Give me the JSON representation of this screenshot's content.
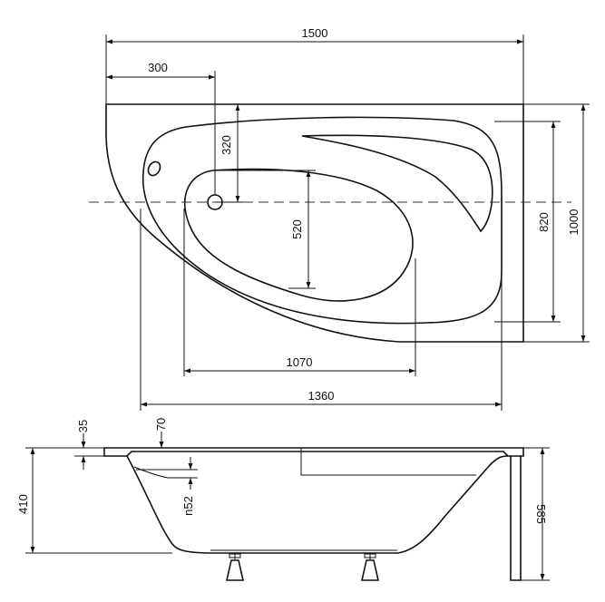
{
  "dimensions": {
    "overall_length": "1500",
    "drain_offset_x": "300",
    "drain_offset_y": "320",
    "inner_depth": "520",
    "inner_length": "1070",
    "outer_length": "1360",
    "inner_width": "820",
    "overall_width": "1000",
    "rim_thickness": "35",
    "rim_drop": "70",
    "step_height": "n52",
    "tub_height": "410",
    "total_height": "585"
  },
  "colors": {
    "line": "#111111",
    "background": "#ffffff"
  }
}
